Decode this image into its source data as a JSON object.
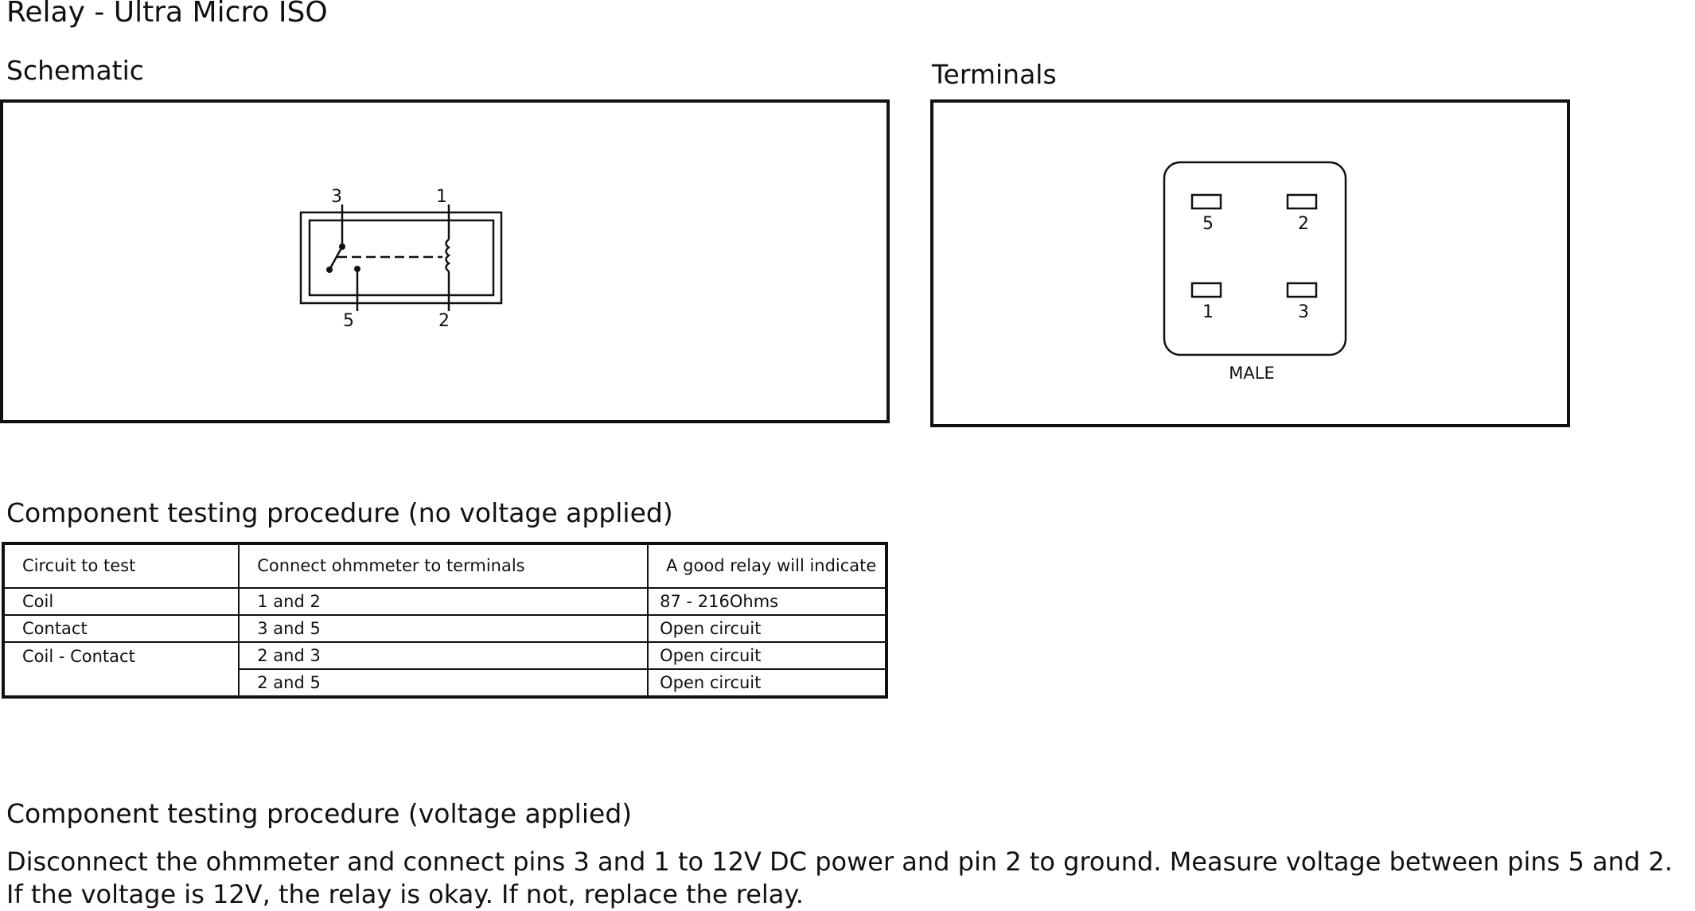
{
  "title": "Relay - Ultra Micro ISO",
  "schematic": {
    "heading": "Schematic",
    "pins": {
      "top_left": "3",
      "top_right": "1",
      "bottom_left": "5",
      "bottom_right": "2"
    }
  },
  "terminals": {
    "heading": "Terminals",
    "pins": [
      "5",
      "2",
      "1",
      "3"
    ],
    "gender": "MALE"
  },
  "no_voltage": {
    "heading": "Component testing procedure (no voltage applied)",
    "columns": [
      "Circuit to test",
      "Connect ohmmeter to terminals",
      "A good relay will indicate"
    ],
    "rows": [
      {
        "circuit": "Coil",
        "terminals": "1 and 2",
        "indication": "87 - 216Ohms"
      },
      {
        "circuit": "Contact",
        "terminals": "3 and 5",
        "indication": "Open circuit"
      },
      {
        "circuit": "Coil - Contact",
        "terminals": "2 and 3",
        "indication": "Open circuit"
      },
      {
        "circuit": "",
        "terminals": "2 and 5",
        "indication": "Open circuit"
      }
    ]
  },
  "voltage": {
    "heading": "Component testing procedure (voltage applied)",
    "text": "Disconnect the ohmmeter and connect pins 3 and 1 to 12V DC power and pin 2 to ground. Measure voltage between pins 5 and 2. If the voltage is 12V, the relay is okay. If not, replace the relay."
  }
}
